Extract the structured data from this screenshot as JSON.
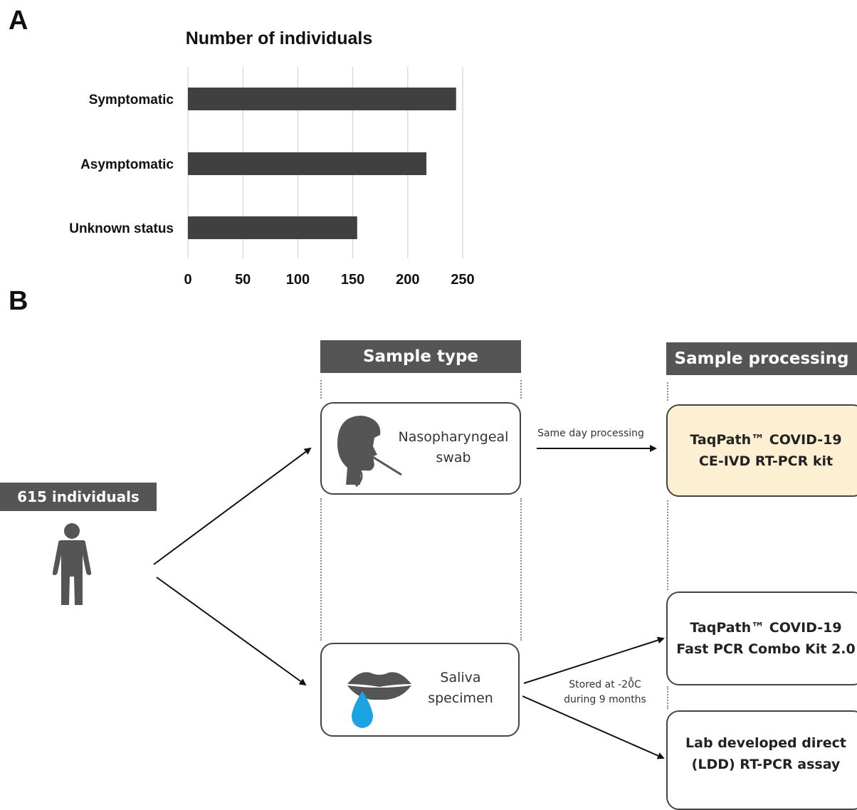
{
  "panels": {
    "a": "A",
    "b": "B"
  },
  "chart_data": {
    "type": "bar",
    "orientation": "horizontal",
    "title": "Number of individuals",
    "categories": [
      "Symptomatic",
      "Asymptomatic",
      "Unknown status"
    ],
    "values": [
      244,
      217,
      154
    ],
    "xlim": [
      0,
      250
    ],
    "xticks": [
      0,
      50,
      100,
      150,
      200,
      250
    ],
    "grid": true,
    "bar_color": "#404040"
  },
  "flow": {
    "source_label": "615 individuals",
    "sample_type_header": "Sample type",
    "sample_processing_header": "Sample processing",
    "nasopharyngeal": {
      "line1": "Nasopharyngeal",
      "line2": "swab"
    },
    "saliva": {
      "line1": "Saliva",
      "line2": "specimen"
    },
    "same_day_label": "Same day processing",
    "stored_label_line1": "Stored at -20̊C",
    "stored_label_line2": "during 9 months",
    "kit1": {
      "line1": "TaqPath™ COVID-19",
      "line2": "CE-IVD RT-PCR kit"
    },
    "kit2": {
      "line1": "TaqPath™ COVID-19",
      "line2": "Fast PCR Combo Kit 2.0"
    },
    "kit3": {
      "line1": "Lab developed direct",
      "line2": "(LDD) RT-PCR assay"
    },
    "colors": {
      "header": "#555555",
      "highlight": "#fdefd1",
      "drop": "#1aa3e0",
      "icon": "#555555"
    },
    "icons": [
      "person-icon",
      "swab-person-icon",
      "lips-icon",
      "saliva-drop-icon"
    ]
  }
}
